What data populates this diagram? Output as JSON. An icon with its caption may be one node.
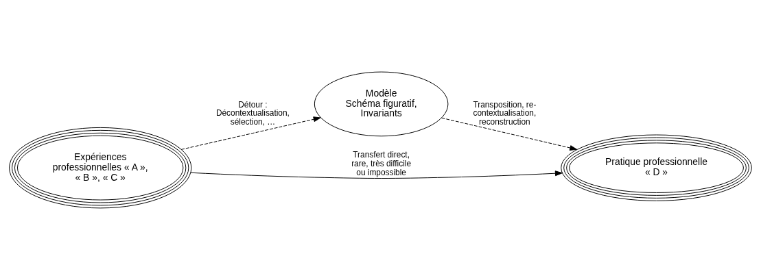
{
  "diagram": {
    "nodes": [
      {
        "text": [
          "Expériences professionnelles « A », « B », « C »"
        ]
      },
      {
        "text": [
          "Modèle",
          "Schéma figuratif, Invariants"
        ]
      },
      {
        "text": [
          "Pratique professionnelle « D »"
        ]
      }
    ],
    "edges": [
      {
        "from": 0,
        "to": 1,
        "arrow": "to",
        "style": "dashed",
        "label": "Détour : Décontextualisation, sélection, …"
      },
      {
        "from": 1,
        "to": 2,
        "arrow": "to",
        "style": "dashed",
        "label": "Transposition, re-contextualisation, reconstruction"
      },
      {
        "from": 0,
        "to": 2,
        "arrow": "to",
        "label": "Transfert direct, rare, très difficile ou impossible"
      }
    ]
  }
}
